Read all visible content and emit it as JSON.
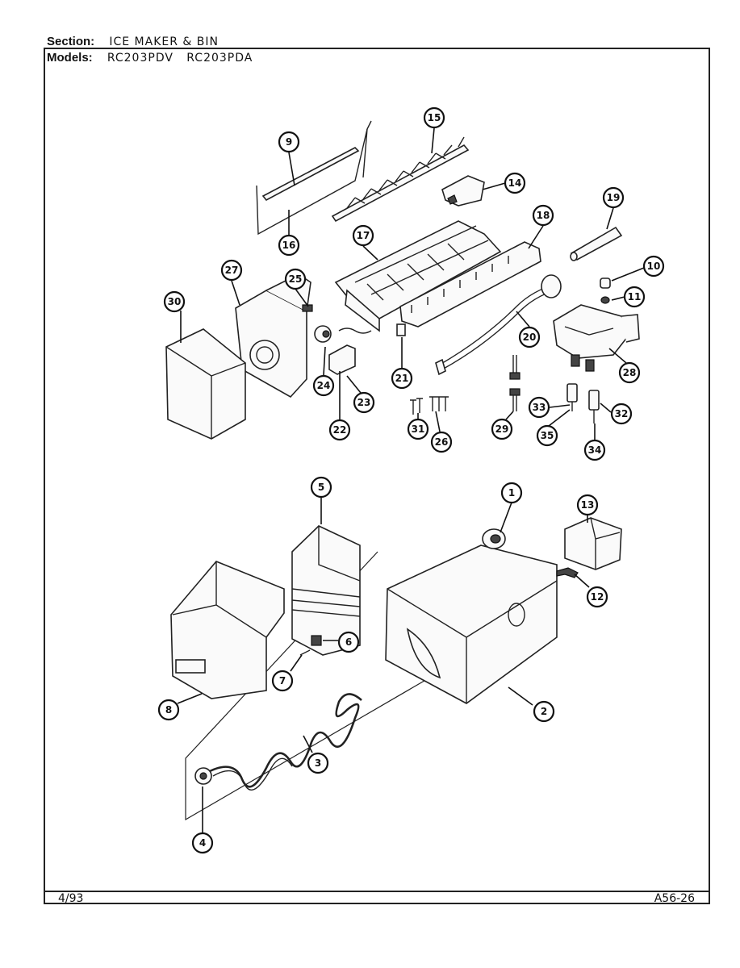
{
  "header": {
    "section_label": "Section:",
    "section_value": "ICE MAKER & BIN",
    "models_label": "Models:",
    "models_value": "RC203PDV   RC203PDA"
  },
  "footer": {
    "date": "4/93",
    "page_code": "A56-26"
  },
  "callouts": {
    "c1": "1",
    "c2": "2",
    "c3": "3",
    "c4": "4",
    "c5": "5",
    "c6": "6",
    "c7": "7",
    "c8": "8",
    "c9": "9",
    "c10": "10",
    "c11": "11",
    "c12": "12",
    "c13": "13",
    "c14": "14",
    "c15": "15",
    "c16": "16",
    "c17": "17",
    "c18": "18",
    "c19": "19",
    "c20": "20",
    "c21": "21",
    "c22": "22",
    "c23": "23",
    "c24": "24",
    "c25": "25",
    "c26": "26",
    "c27": "27",
    "c28": "28",
    "c29": "29",
    "c30": "30",
    "c31": "31",
    "c32": "32",
    "c33": "33",
    "c34": "34",
    "c35": "35"
  }
}
